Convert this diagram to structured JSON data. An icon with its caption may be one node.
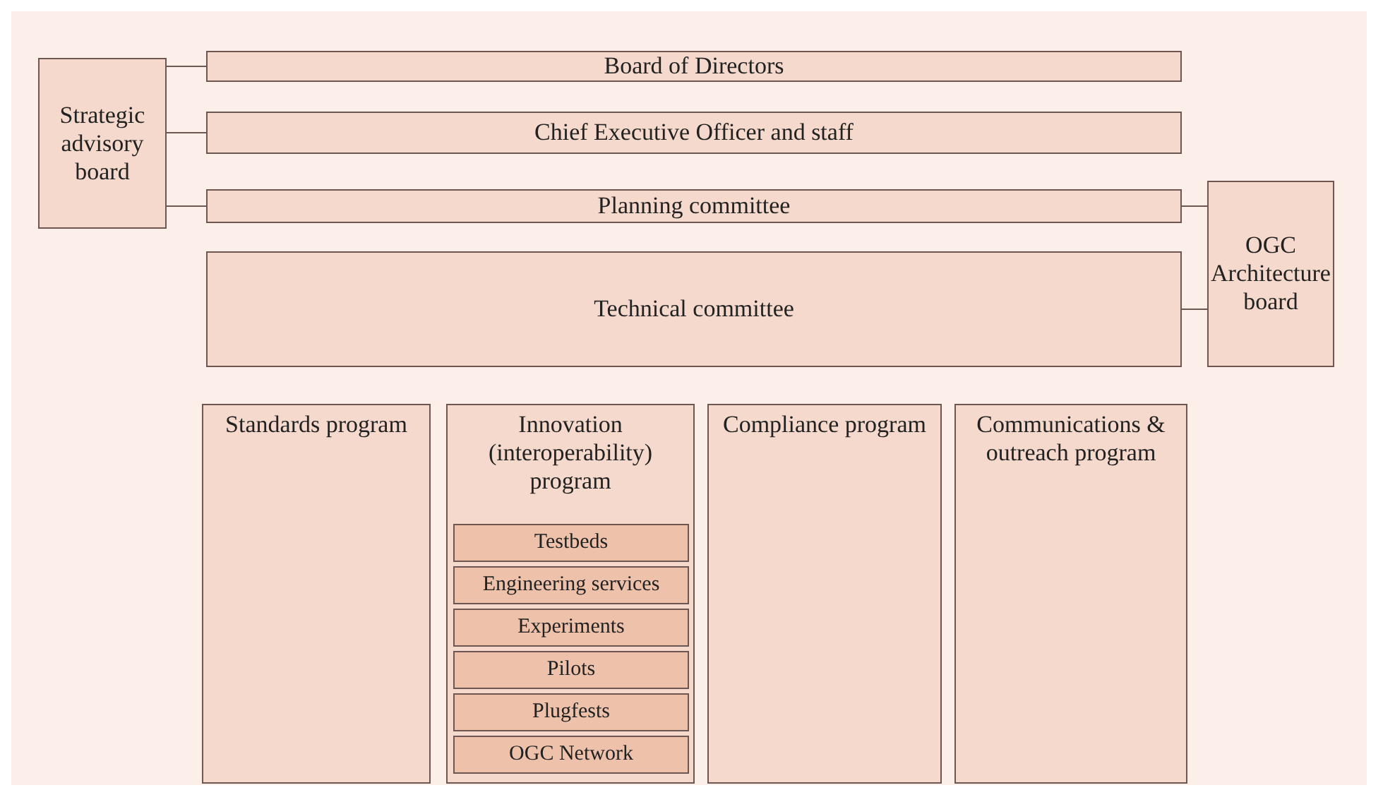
{
  "diagram": {
    "nodes": [
      {
        "text": [
          "Strategic advisory board"
        ]
      },
      {
        "text": [
          "Board of Directors"
        ]
      },
      {
        "text": [
          "Chief Executive Officer and staff"
        ]
      },
      {
        "text": [
          "Planning committee"
        ]
      },
      {
        "text": [
          "Technical committee"
        ]
      },
      {
        "text": [
          "OGC Architecture board"
        ]
      },
      {
        "text": [
          "Standards program"
        ]
      },
      {
        "text": [
          "Innovation (interoperability) program"
        ]
      },
      {
        "text": [
          "Testbeds"
        ],
        "in": 7
      },
      {
        "text": [
          "Engineering services"
        ],
        "in": 7
      },
      {
        "text": [
          "Experiments"
        ],
        "in": 7
      },
      {
        "text": [
          "Pilots"
        ],
        "in": 7
      },
      {
        "text": [
          "Plugfests"
        ],
        "in": 7
      },
      {
        "text": [
          "OGC Network"
        ],
        "in": 7
      },
      {
        "text": [
          "Compliance program"
        ]
      },
      {
        "text": [
          "Communications & outreach program"
        ]
      }
    ],
    "edges": [
      {
        "from": 0,
        "to": 1,
        "arrow": "none"
      },
      {
        "from": 0,
        "to": 2,
        "arrow": "none"
      },
      {
        "from": 0,
        "to": 3,
        "arrow": "none"
      },
      {
        "from": 5,
        "to": 3,
        "arrow": "none"
      },
      {
        "from": 5,
        "to": 4,
        "arrow": "none"
      }
    ]
  }
}
